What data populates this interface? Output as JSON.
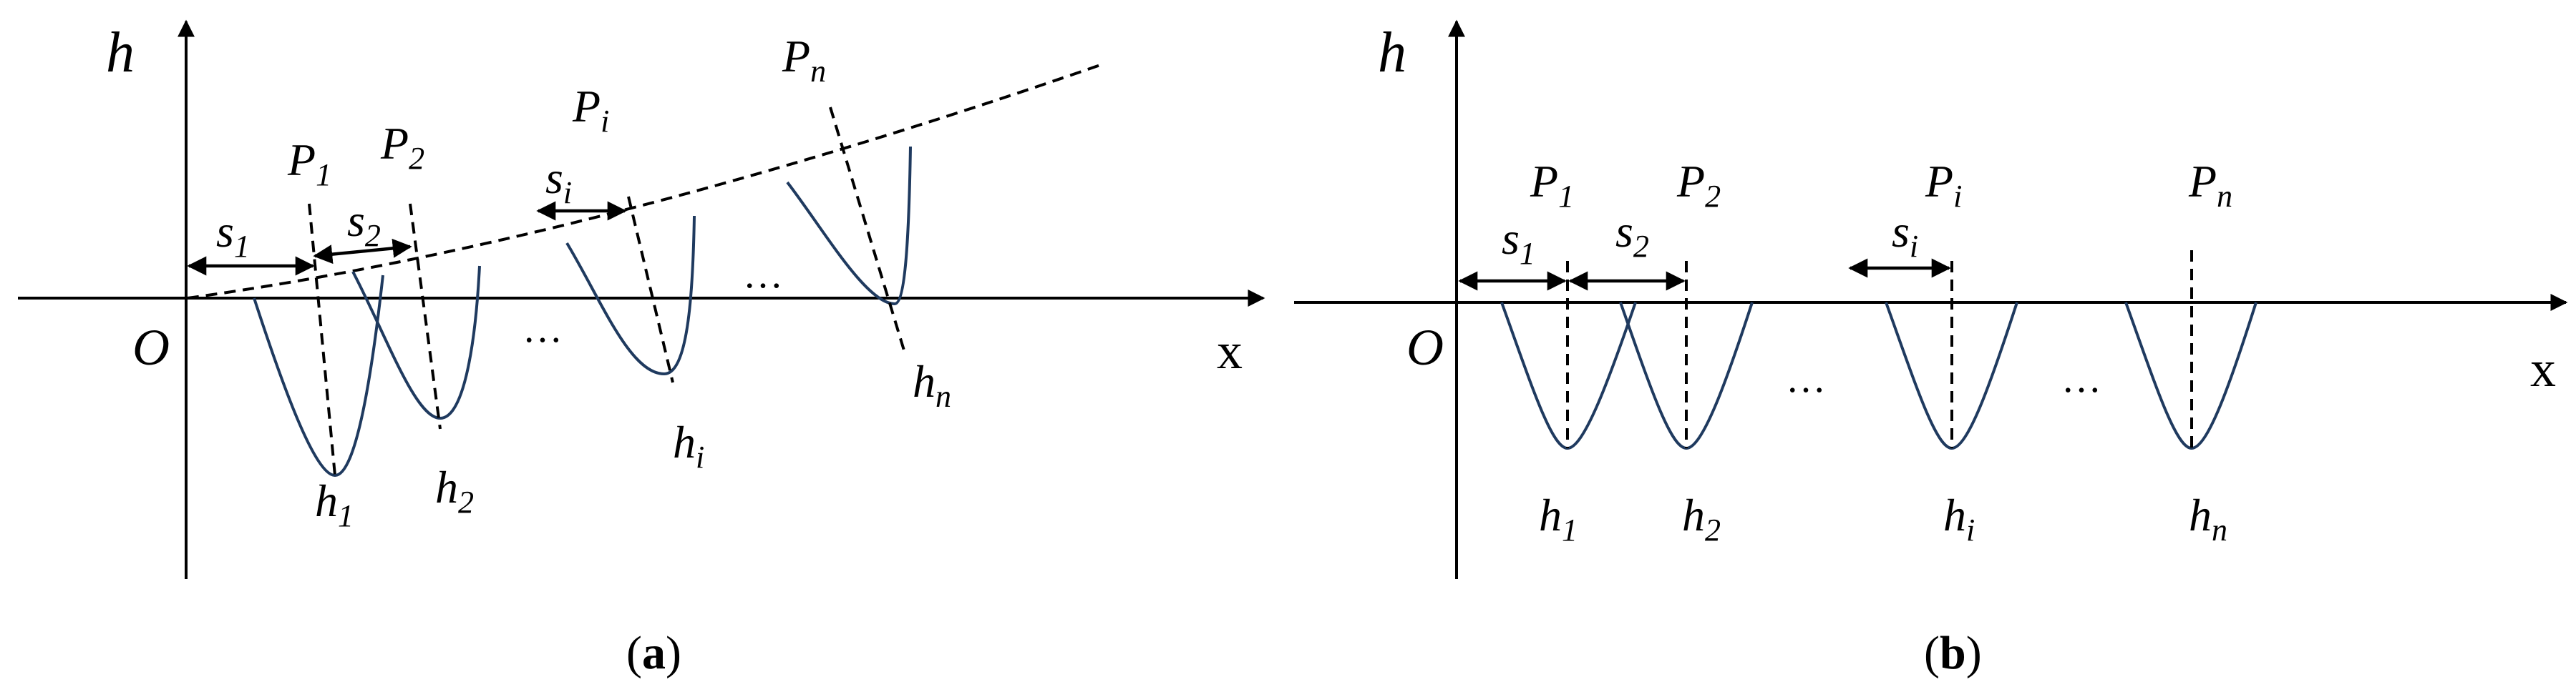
{
  "panel_a": {
    "y_axis_label": "h",
    "x_axis_label": "x",
    "origin_label": "O",
    "ellipsis": "…",
    "points": [
      {
        "p": "P",
        "p_sub": "1",
        "s": "s",
        "s_sub": "1",
        "h": "h",
        "h_sub": "1"
      },
      {
        "p": "P",
        "p_sub": "2",
        "s": "s",
        "s_sub": "2",
        "h": "h",
        "h_sub": "2"
      },
      {
        "p": "P",
        "p_sub": "i",
        "s": "s",
        "s_sub": "i",
        "h": "h",
        "h_sub": "i"
      },
      {
        "p": "P",
        "p_sub": "n",
        "h": "h",
        "h_sub": "n"
      }
    ],
    "caption_open": "(",
    "caption_letter": "a",
    "caption_close": ")"
  },
  "panel_b": {
    "y_axis_label": "h",
    "x_axis_label": "x",
    "origin_label": "O",
    "ellipsis": "…",
    "points": [
      {
        "p": "P",
        "p_sub": "1",
        "s": "s",
        "s_sub": "1",
        "h": "h",
        "h_sub": "1"
      },
      {
        "p": "P",
        "p_sub": "2",
        "s": "s",
        "s_sub": "2",
        "h": "h",
        "h_sub": "2"
      },
      {
        "p": "P",
        "p_sub": "i",
        "s": "s",
        "s_sub": "i",
        "h": "h",
        "h_sub": "i"
      },
      {
        "p": "P",
        "p_sub": "n",
        "h": "h",
        "h_sub": "n"
      }
    ],
    "caption_open": "(",
    "caption_letter": "b",
    "caption_close": ")"
  },
  "colors": {
    "curve": "#1f3a5f",
    "axes": "#000000",
    "background": "#ffffff"
  }
}
